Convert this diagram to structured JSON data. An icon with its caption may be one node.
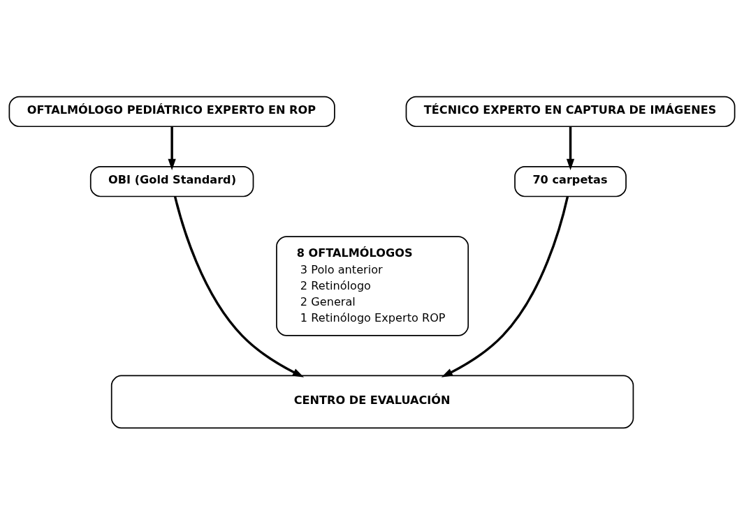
{
  "diagram": {
    "nodes": [
      {
        "text": [
          "OFTALMÓLOGO PEDIÁTRICO EXPERTO EN ROP"
        ]
      },
      {
        "text": [
          "TÉCNICO EXPERTO EN CAPTURA DE IMÁGENES"
        ]
      },
      {
        "text": [
          "OBI (Gold Standard)"
        ]
      },
      {
        "text": [
          "70 carpetas"
        ]
      },
      {
        "text": [
          "8 OFTALMÓLOGOS",
          "3 Polo anterior",
          "2 Retinólogo",
          "2 General",
          "1 Retinólogo Experto ROP"
        ]
      },
      {
        "text": [
          "CENTRO DE EVALUACIÓN"
        ]
      }
    ],
    "edges": [
      {
        "from": 0,
        "to": 2,
        "arrow": "to"
      },
      {
        "from": 1,
        "to": 3,
        "arrow": "to"
      },
      {
        "from": 2,
        "to": 5,
        "arrow": "to"
      },
      {
        "from": 3,
        "to": 5,
        "arrow": "to"
      }
    ]
  }
}
